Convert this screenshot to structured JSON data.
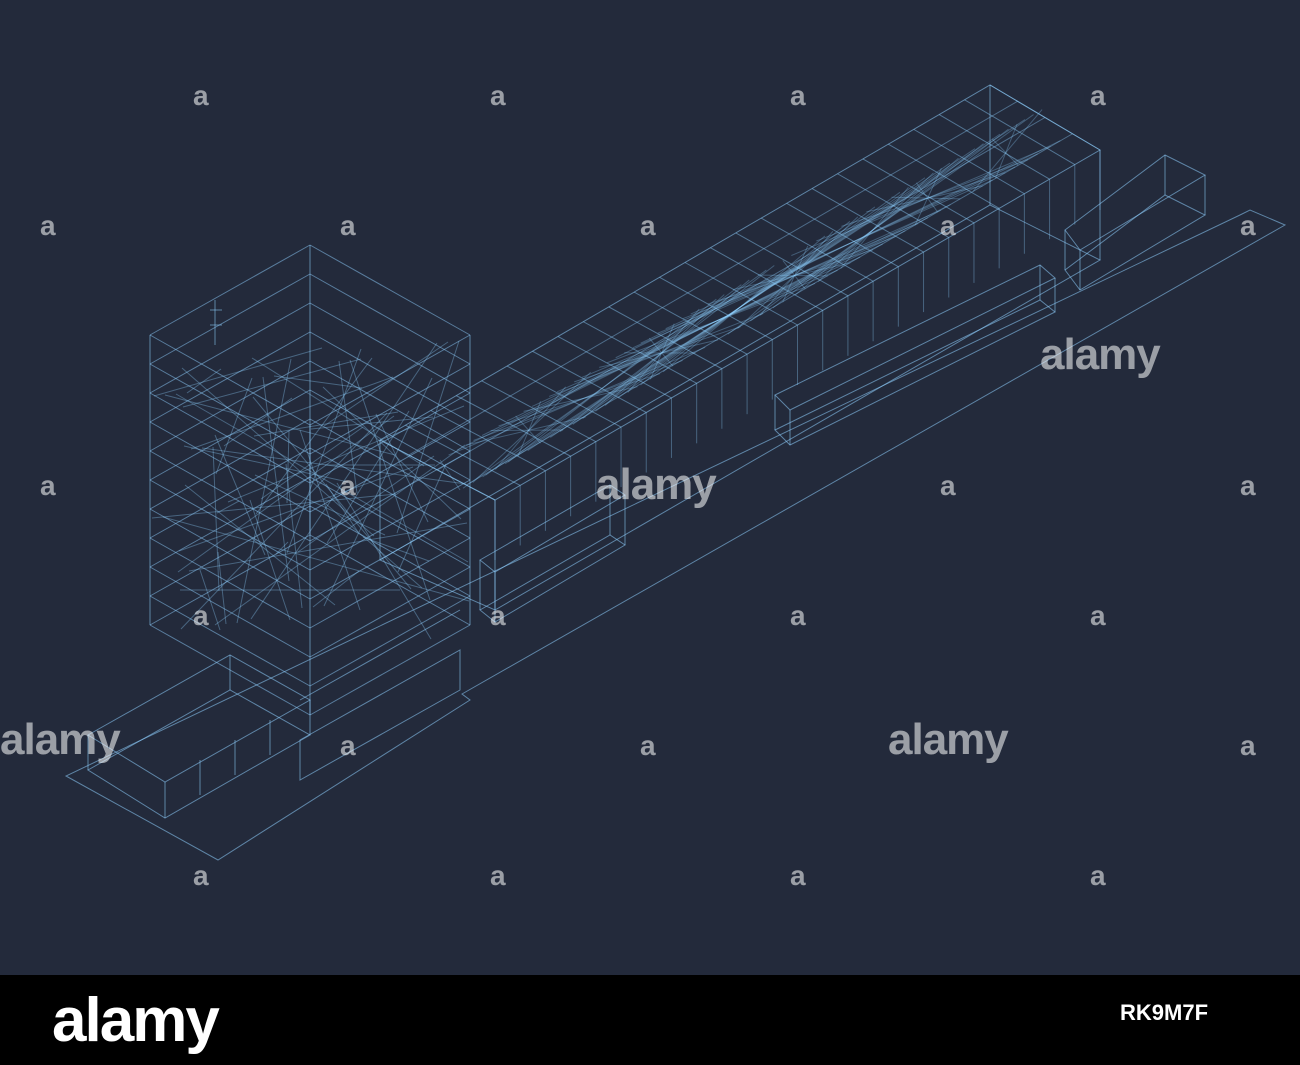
{
  "image": {
    "subject": "isometric wireframe building",
    "background_color": "#232a3b",
    "line_color": "#8fd0ff"
  },
  "watermark": {
    "word": "alamy",
    "symbol": "a"
  },
  "footer": {
    "brand": "alamy",
    "image_id": "RK9M7F",
    "brand_color": "#ffffff",
    "background_color": "#000000"
  }
}
